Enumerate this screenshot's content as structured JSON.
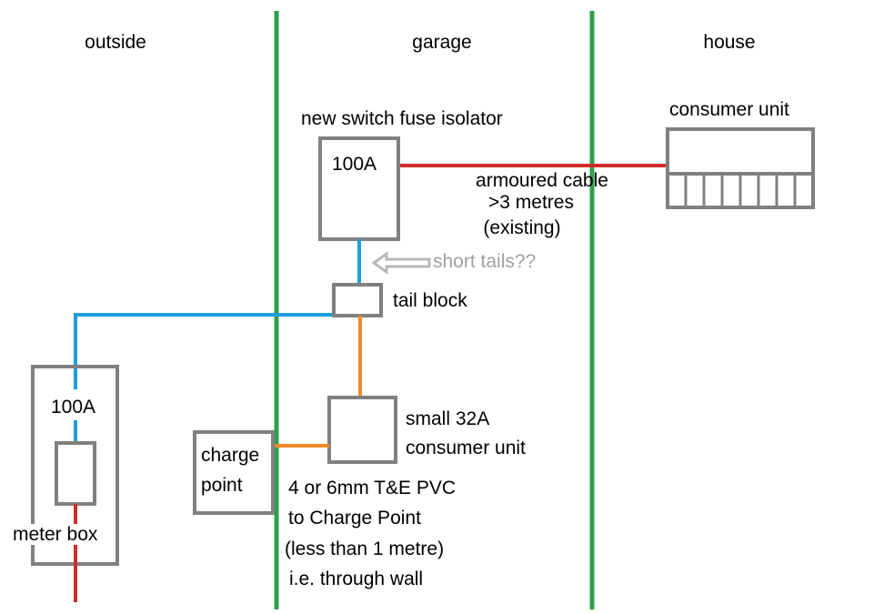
{
  "zones": {
    "outside": "outside",
    "garage": "garage",
    "house": "house"
  },
  "isolator": {
    "title": "new switch fuse isolator",
    "rating": "100A"
  },
  "consumer_unit_house": {
    "label": "consumer unit"
  },
  "armoured_cable": {
    "line1": "armoured cable",
    "line2": ">3 metres",
    "line3": "(existing)"
  },
  "short_tails": {
    "label": "short tails??"
  },
  "tail_block": {
    "label": "tail block"
  },
  "small_cu": {
    "line1": "small  32A",
    "line2": "consumer unit"
  },
  "charge_point": {
    "line1": "charge",
    "line2": "point"
  },
  "cable_note": {
    "line1": "4 or 6mm T&E PVC",
    "line2": "to Charge Point",
    "line3": "(less than 1 metre)",
    "line4": "i.e. through wall"
  },
  "meter_box": {
    "rating": "100A",
    "label": "meter box"
  },
  "colors": {
    "wall": "#2ea04a",
    "box_outline": "#808080",
    "red_cable": "#d22b2b",
    "blue_cable": "#1e9ed8",
    "orange_cable": "#f08a2a",
    "arrow": "#b8b8b8"
  }
}
